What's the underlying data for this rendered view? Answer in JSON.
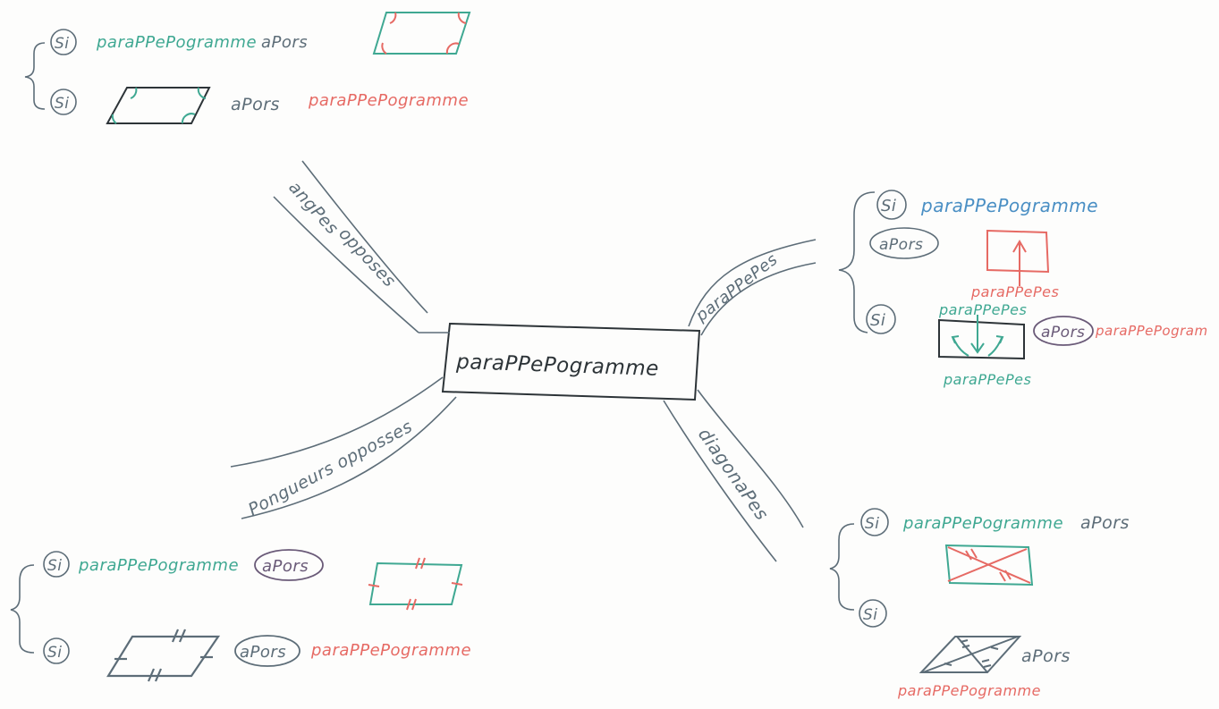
{
  "center": {
    "label": "paraPPePogramme"
  },
  "branches": {
    "angles": [
      "angPes",
      "opposes"
    ],
    "paralleles": "paraPPePes",
    "longueurs": "Pongueurs opposses",
    "diagonales": "diagonaPes"
  },
  "words": {
    "si": "Si",
    "alors": "aPors",
    "parallelogramme": "paraPPePogramme",
    "parallelogramme_short": "paraPPePogram",
    "paralleles_red": "paraPPePes",
    "paralleles_teal": "paraPPePes"
  },
  "colors": {
    "slate": "#5d6d78",
    "teal": "#3fa892",
    "blue": "#4a8fc4",
    "red": "#e66a64",
    "ink": "#2d3438",
    "violet": "#6a5a78"
  }
}
